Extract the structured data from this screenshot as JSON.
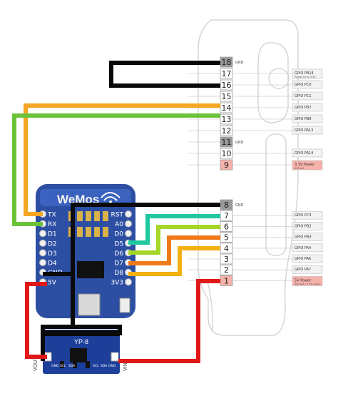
{
  "flipper": {
    "pins": [
      {
        "num": "18",
        "kind": "gnd",
        "note": "GND"
      },
      {
        "num": "17",
        "kind": "gpio",
        "label": "GPIO PB14",
        "sublabel": "Pullup 1k to 3.3V"
      },
      {
        "num": "16",
        "kind": "gpio",
        "label": "GPIO PC0"
      },
      {
        "num": "15",
        "kind": "gpio",
        "label": "GPIO PC1"
      },
      {
        "num": "14",
        "kind": "gpio",
        "label": "GPIO PB7"
      },
      {
        "num": "13",
        "kind": "gpio",
        "label": "GPIO PB6"
      },
      {
        "num": "12",
        "kind": "gpio",
        "label": "GPIO PA13"
      },
      {
        "num": "11",
        "kind": "gnd",
        "note": "GND"
      },
      {
        "num": "10",
        "kind": "gpio",
        "label": "GPIO PA14"
      },
      {
        "num": "9",
        "kind": "power",
        "label": "3.3V Power",
        "sublabel": "400 mA"
      },
      {
        "num": "8",
        "kind": "gnd",
        "note": "GND"
      },
      {
        "num": "7",
        "kind": "gpio",
        "label": "GPIO PC3"
      },
      {
        "num": "6",
        "kind": "gpio",
        "label": "GPIO PB2"
      },
      {
        "num": "5",
        "kind": "gpio",
        "label": "GPIO PB3"
      },
      {
        "num": "4",
        "kind": "gpio",
        "label": "GPIO PA4"
      },
      {
        "num": "3",
        "kind": "gpio",
        "label": "GPIO PA6"
      },
      {
        "num": "2",
        "kind": "gpio",
        "label": "GPIO PA7"
      },
      {
        "num": "1",
        "kind": "power",
        "label": "5V Power",
        "sublabel": "500 mA / 1.5A (max)"
      }
    ]
  },
  "wemos": {
    "logo": "WeMos",
    "left_pins": [
      "TX",
      "RX",
      "D1",
      "D2",
      "D3",
      "D4",
      "GND",
      "5V"
    ],
    "right_pins": [
      "RST",
      "A0",
      "D0",
      "D5",
      "D6",
      "D7",
      "D8",
      "3V3"
    ]
  },
  "module": {
    "name": "YP-8",
    "pins_left": [
      "GND",
      "SCL",
      "SDA"
    ],
    "pins_right": [
      "SCL",
      "SDA",
      "GND"
    ],
    "vout": "VOUT",
    "vin": "VIN"
  },
  "colors": {
    "gnd": "#0a0a0a",
    "tx": "#f5a623",
    "rx": "#6cc33a",
    "d5": "#1fc8a0",
    "d6": "#a6d62a",
    "d7": "#f07a1a",
    "d8": "#f2b012",
    "power": "#e01818",
    "board": "#2d4fa3",
    "module": "#1d3f9a",
    "pin_gnd": "#9a9a9a",
    "pin_power": "#f7b2aa"
  }
}
